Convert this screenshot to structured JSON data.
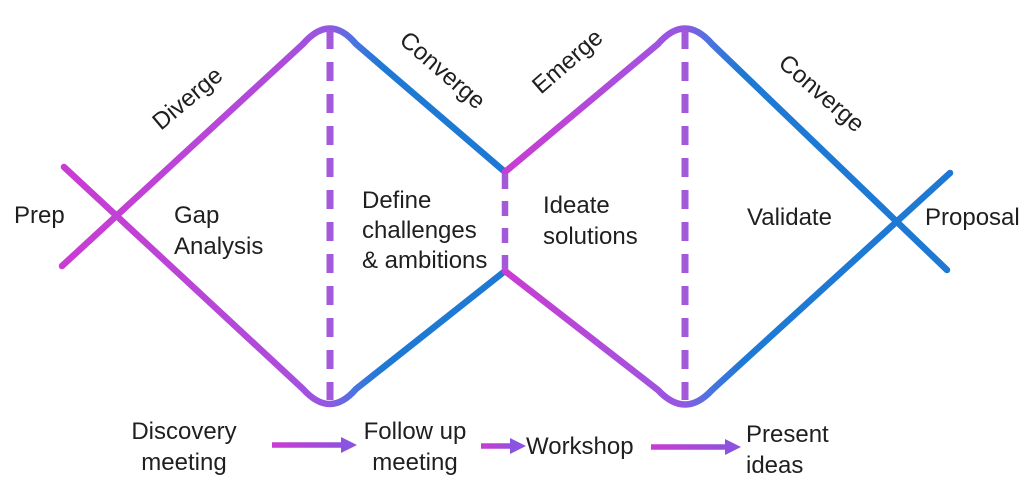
{
  "colors": {
    "magenta": "#C93CD2",
    "purple": "#9457E2",
    "blue": "#1E79D4",
    "dash": "#A25AD9",
    "arrowhead": "#8B53DF",
    "text": "#1f1f1f"
  },
  "endpoints": {
    "start": "Prep",
    "end": "Proposal"
  },
  "edges": {
    "diverge": "Diverge",
    "converge_1": "Converge",
    "emerge": "Emerge",
    "converge_2": "Converge"
  },
  "stages": {
    "gap_analysis": {
      "line1": "Gap",
      "line2": "Analysis"
    },
    "define": {
      "line1": "Define",
      "line2": "challenges",
      "line3": "& ambitions"
    },
    "ideate": {
      "line1": "Ideate",
      "line2": "solutions"
    },
    "validate": "Validate"
  },
  "timeline": {
    "discovery": {
      "line1": "Discovery",
      "line2": "meeting"
    },
    "follow_up": {
      "line1": "Follow up",
      "line2": "meeting"
    },
    "workshop": "Workshop",
    "present": {
      "line1": "Present",
      "line2": "ideas"
    }
  }
}
